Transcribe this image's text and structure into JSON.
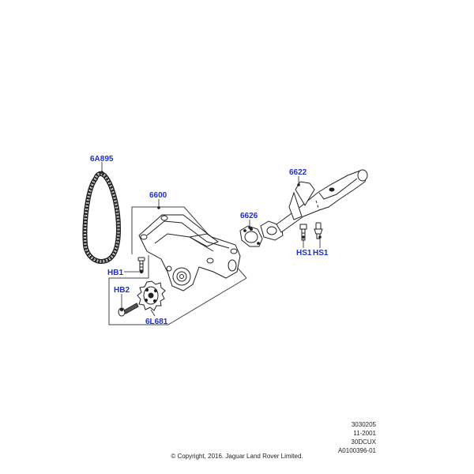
{
  "callouts": {
    "chain": "6A895",
    "pump": "6600",
    "pipe": "6622",
    "gasket": "6626",
    "bolt_hs1_left": "HS1",
    "bolt_hs1_right": "HS1",
    "bolt_hb1": "HB1",
    "bolt_hb2": "HB2",
    "sprocket": "6L681"
  },
  "reference": {
    "line1": "3030205",
    "line2": "11-2001",
    "line3": "30DCUX",
    "line4": "A0100396-01"
  },
  "copyright": "© Copyright, 2016. Jaguar Land Rover Limited."
}
